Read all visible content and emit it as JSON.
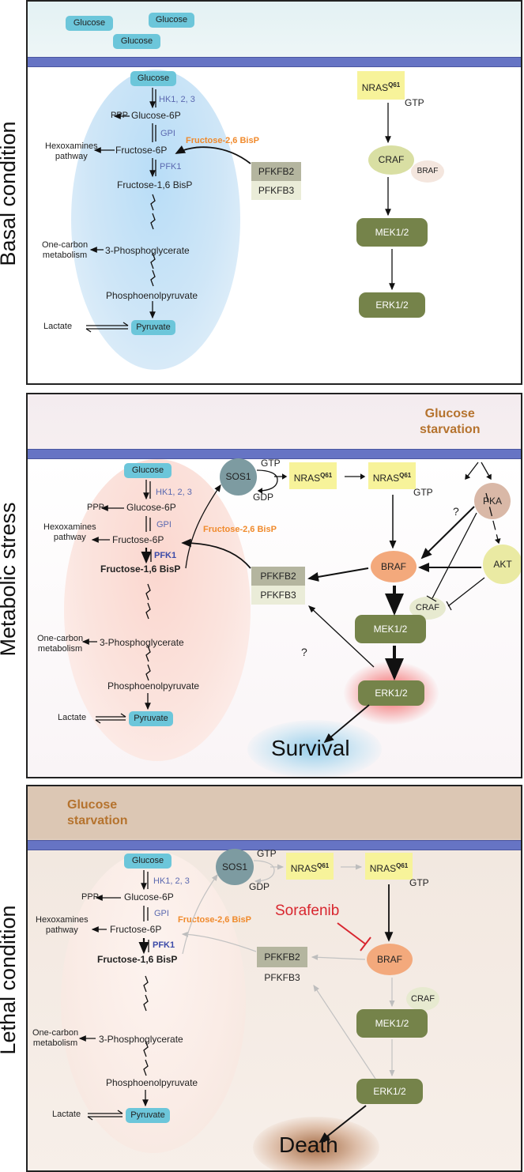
{
  "panel_labels": {
    "basal": "Basal condition",
    "stress": "Metabolic stress",
    "lethal": "Lethal condition"
  },
  "common": {
    "glucose": "Glucose",
    "hk": "HK1, 2, 3",
    "ppp": "PPP",
    "g6p": "Glucose-6P",
    "gpi": "GPI",
    "hexosamines": "Hexoxamines\npathway",
    "f6p": "Fructose-6P",
    "pfk1": "PFK1",
    "f16": "Fructose-1,6 BisP",
    "one_carbon": "One-carbon\nmetabolism",
    "pg3": "3-Phosphoglycerate",
    "pep": "Phosphoenolpyruvate",
    "lactate": "Lactate",
    "pyruvate": "Pyruvate",
    "f26": "Fructose-2,6 BisP",
    "pfkfb2": "PFKFB2",
    "pfkfb3": "PFKFB3",
    "nras": "NRAS",
    "nras_sup": "Q61",
    "gtp": "GTP",
    "gdp": "GDP",
    "craf": "CRAF",
    "braf": "BRAF",
    "mek": "MEK1/2",
    "erk": "ERK1/2",
    "sos1": "SOS1",
    "pka": "PKA",
    "akt": "AKT",
    "question": "?",
    "starvation": "Glucose\nstarvation",
    "survival": "Survival",
    "death": "Death",
    "sorafenib": "Sorafenib"
  },
  "colors": {
    "membrane": "#6674c4",
    "glucose_pill": "#6cc6da",
    "mapk_green": "#75834a",
    "craf_green": "#d9dfa3",
    "nras_yellow": "#f7f39a",
    "pfkfb2_gray": "#b4b59f",
    "pfkfb3_light": "#eaecd8",
    "braf_orange": "#f3a97c",
    "sos1_gray": "#7d9ba1",
    "starvation_brown": "#b5732e",
    "sorafenib_red": "#d8262f"
  }
}
